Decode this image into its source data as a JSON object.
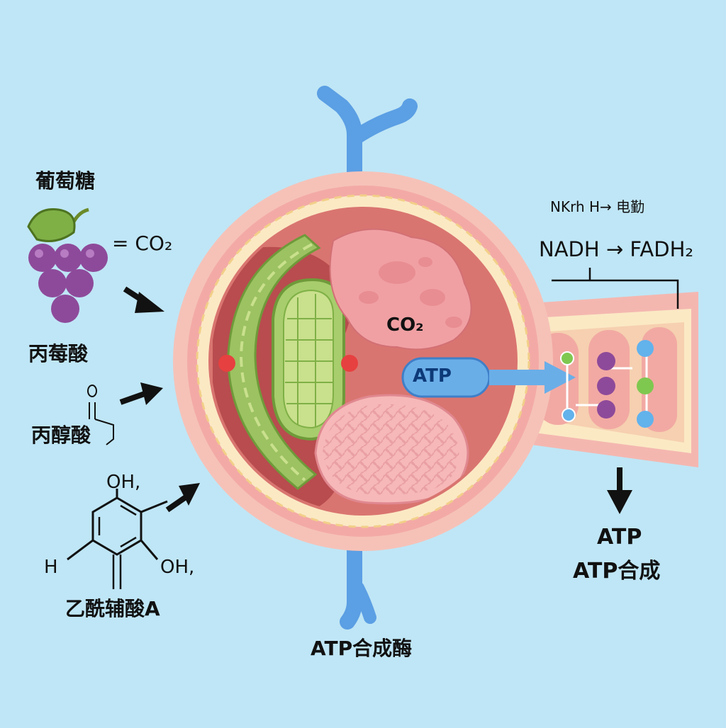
{
  "labels": {
    "glucose": "葡萄糖",
    "co2_left": "= CO₂",
    "pyruvate": "丙莓酸",
    "pyruvic": "丙醇酸",
    "oh_top": "OH,",
    "h": "H",
    "oh_right": "OH,",
    "acetyl_coa": "乙酰辅酸A",
    "co2_center": "CO₂",
    "atp_pill": "ATP",
    "top_small": "NKrh H→ 电勤",
    "nadh_fadh": "NADH → FADH₂",
    "atp_right": "ATP",
    "atp_synthesis": "ATP合成",
    "atp_synthase": "ATP合成酶"
  },
  "colors": {
    "background": "#bfe6f6",
    "membrane_outer": "#f4b7b0",
    "membrane_band": "#fbe9c4",
    "matrix": "#d9736d",
    "inner_dark": "#b84c4e",
    "chloroplast": "#a7cd6c",
    "atp_pill": "#6aaee8",
    "arrow_blue": "#5b9fe4",
    "grape": "#8e4a9a",
    "leaf": "#7fb046"
  }
}
